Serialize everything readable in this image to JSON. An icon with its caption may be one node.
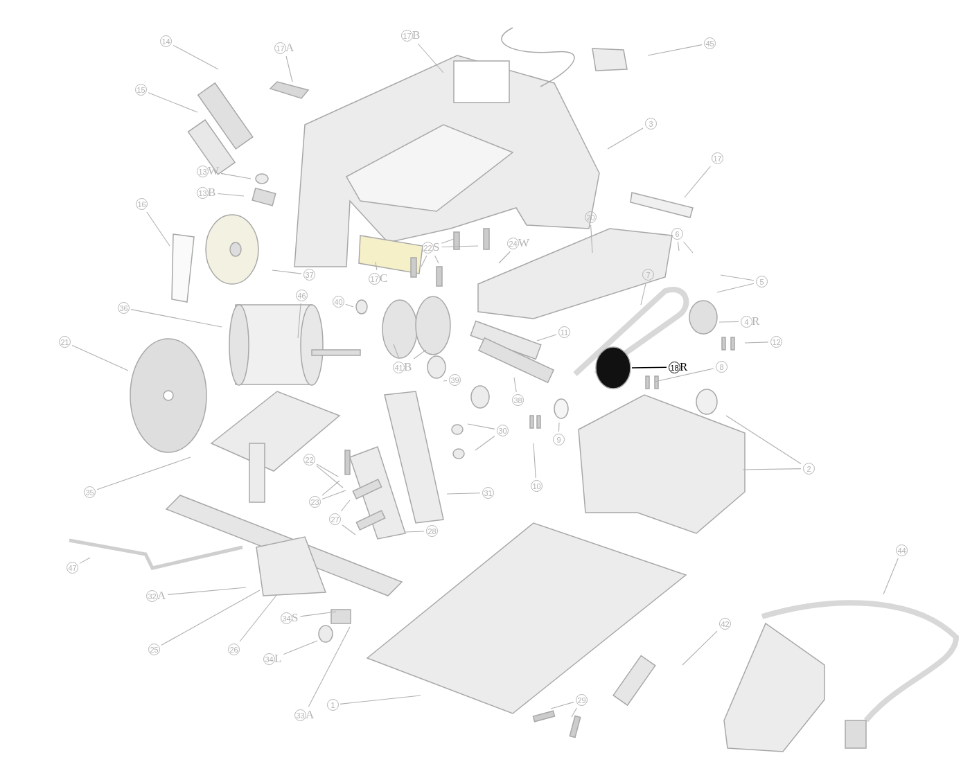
{
  "diagram": {
    "nodes": [
      {
        "text": [
          "14"
        ]
      },
      {
        "text": [
          "17A"
        ]
      },
      {
        "text": [
          "17B"
        ]
      },
      {
        "text": [
          "45"
        ]
      },
      {
        "text": [
          "15"
        ]
      },
      {
        "text": [
          "3"
        ]
      },
      {
        "text": [
          "13W"
        ]
      },
      {
        "text": [
          "13B"
        ]
      },
      {
        "text": [
          "17"
        ]
      },
      {
        "text": [
          "16"
        ]
      },
      {
        "text": [
          "20"
        ]
      },
      {
        "text": [
          "22S"
        ]
      },
      {
        "text": [
          "24W"
        ]
      },
      {
        "text": [
          "6"
        ]
      },
      {
        "text": [
          "37"
        ]
      },
      {
        "text": [
          "17C"
        ]
      },
      {
        "text": [
          "5"
        ]
      },
      {
        "text": [
          "7"
        ]
      },
      {
        "text": [
          "40"
        ]
      },
      {
        "text": [
          "46"
        ]
      },
      {
        "text": [
          "36"
        ]
      },
      {
        "text": [
          "4R"
        ]
      },
      {
        "text": [
          "12"
        ]
      },
      {
        "text": [
          "11"
        ]
      },
      {
        "text": [
          "21"
        ]
      },
      {
        "text": [
          "18R"
        ]
      },
      {
        "text": [
          "8"
        ]
      },
      {
        "text": [
          "41B"
        ]
      },
      {
        "text": [
          "39"
        ]
      },
      {
        "text": [
          "38"
        ]
      },
      {
        "text": [
          "9"
        ]
      },
      {
        "text": [
          "30"
        ]
      },
      {
        "text": [
          "22"
        ]
      },
      {
        "text": [
          "10"
        ]
      },
      {
        "text": [
          "2"
        ]
      },
      {
        "text": [
          "35"
        ]
      },
      {
        "text": [
          "23"
        ]
      },
      {
        "text": [
          "31"
        ]
      },
      {
        "text": [
          "27"
        ]
      },
      {
        "text": [
          "28"
        ]
      },
      {
        "text": [
          "47"
        ]
      },
      {
        "text": [
          "32A"
        ]
      },
      {
        "text": [
          "44"
        ]
      },
      {
        "text": [
          "25"
        ]
      },
      {
        "text": [
          "26"
        ]
      },
      {
        "text": [
          "34S"
        ]
      },
      {
        "text": [
          "34L"
        ]
      },
      {
        "text": [
          "42"
        ]
      },
      {
        "text": [
          "33A"
        ]
      },
      {
        "text": [
          "1"
        ]
      },
      {
        "text": [
          "29"
        ]
      }
    ],
    "edges": [
      {
        "from": 0,
        "to": null,
        "arrow": "none"
      },
      {
        "from": 1,
        "to": null,
        "arrow": "none"
      },
      {
        "from": 2,
        "to": null,
        "arrow": "none"
      },
      {
        "from": 3,
        "to": null,
        "arrow": "none"
      },
      {
        "from": 4,
        "to": null,
        "arrow": "none"
      },
      {
        "from": 5,
        "to": null,
        "arrow": "none"
      },
      {
        "from": 6,
        "to": null,
        "arrow": "none"
      },
      {
        "from": 7,
        "to": null,
        "arrow": "none"
      },
      {
        "from": 8,
        "to": null,
        "arrow": "none"
      },
      {
        "from": 9,
        "to": null,
        "arrow": "none"
      },
      {
        "from": 10,
        "to": null,
        "arrow": "none"
      },
      {
        "from": 11,
        "to": null,
        "arrow": "none"
      },
      {
        "from": 11,
        "to": null,
        "arrow": "none"
      },
      {
        "from": 11,
        "to": null,
        "arrow": "none"
      },
      {
        "from": 11,
        "to": null,
        "arrow": "none"
      },
      {
        "from": 12,
        "to": null,
        "arrow": "none"
      },
      {
        "from": 13,
        "to": null,
        "arrow": "none"
      },
      {
        "from": 13,
        "to": null,
        "arrow": "none"
      },
      {
        "from": 14,
        "to": null,
        "arrow": "none"
      },
      {
        "from": 15,
        "to": null,
        "arrow": "none"
      },
      {
        "from": 16,
        "to": null,
        "arrow": "none"
      },
      {
        "from": 16,
        "to": null,
        "arrow": "none"
      },
      {
        "from": 17,
        "to": null,
        "arrow": "none"
      },
      {
        "from": 18,
        "to": null,
        "arrow": "none"
      },
      {
        "from": 19,
        "to": null,
        "arrow": "none"
      },
      {
        "from": 20,
        "to": null,
        "arrow": "none"
      },
      {
        "from": 21,
        "to": null,
        "arrow": "none"
      },
      {
        "from": 22,
        "to": null,
        "arrow": "none"
      },
      {
        "from": 23,
        "to": null,
        "arrow": "none"
      },
      {
        "from": 24,
        "to": null,
        "arrow": "none"
      },
      {
        "from": 25,
        "to": null,
        "arrow": "none",
        "color": "#000000"
      },
      {
        "from": 26,
        "to": null,
        "arrow": "none"
      },
      {
        "from": 27,
        "to": null,
        "arrow": "none"
      },
      {
        "from": 27,
        "to": null,
        "arrow": "none"
      },
      {
        "from": 28,
        "to": null,
        "arrow": "none"
      },
      {
        "from": 29,
        "to": null,
        "arrow": "none"
      },
      {
        "from": 30,
        "to": null,
        "arrow": "none"
      },
      {
        "from": 31,
        "to": null,
        "arrow": "none"
      },
      {
        "from": 31,
        "to": null,
        "arrow": "none"
      },
      {
        "from": 32,
        "to": null,
        "arrow": "none"
      },
      {
        "from": 32,
        "to": null,
        "arrow": "none"
      },
      {
        "from": 33,
        "to": null,
        "arrow": "none"
      },
      {
        "from": 34,
        "to": null,
        "arrow": "none"
      },
      {
        "from": 34,
        "to": null,
        "arrow": "none"
      },
      {
        "from": 35,
        "to": null,
        "arrow": "none"
      },
      {
        "from": 36,
        "to": null,
        "arrow": "none"
      },
      {
        "from": 36,
        "to": null,
        "arrow": "none"
      },
      {
        "from": 37,
        "to": null,
        "arrow": "none"
      },
      {
        "from": 38,
        "to": null,
        "arrow": "none"
      },
      {
        "from": 38,
        "to": null,
        "arrow": "none"
      },
      {
        "from": 39,
        "to": null,
        "arrow": "none"
      },
      {
        "from": 40,
        "to": null,
        "arrow": "none"
      },
      {
        "from": 41,
        "to": null,
        "arrow": "none"
      },
      {
        "from": 42,
        "to": null,
        "arrow": "none"
      },
      {
        "from": 43,
        "to": null,
        "arrow": "none"
      },
      {
        "from": 44,
        "to": null,
        "arrow": "none"
      },
      {
        "from": 45,
        "to": null,
        "arrow": "none"
      },
      {
        "from": 46,
        "to": null,
        "arrow": "none"
      },
      {
        "from": 47,
        "to": null,
        "arrow": "none"
      },
      {
        "from": 48,
        "to": null,
        "arrow": "none"
      },
      {
        "from": 49,
        "to": null,
        "arrow": "none"
      },
      {
        "from": 50,
        "to": null,
        "arrow": "none"
      },
      {
        "from": 50,
        "to": null,
        "arrow": "none"
      }
    ]
  }
}
